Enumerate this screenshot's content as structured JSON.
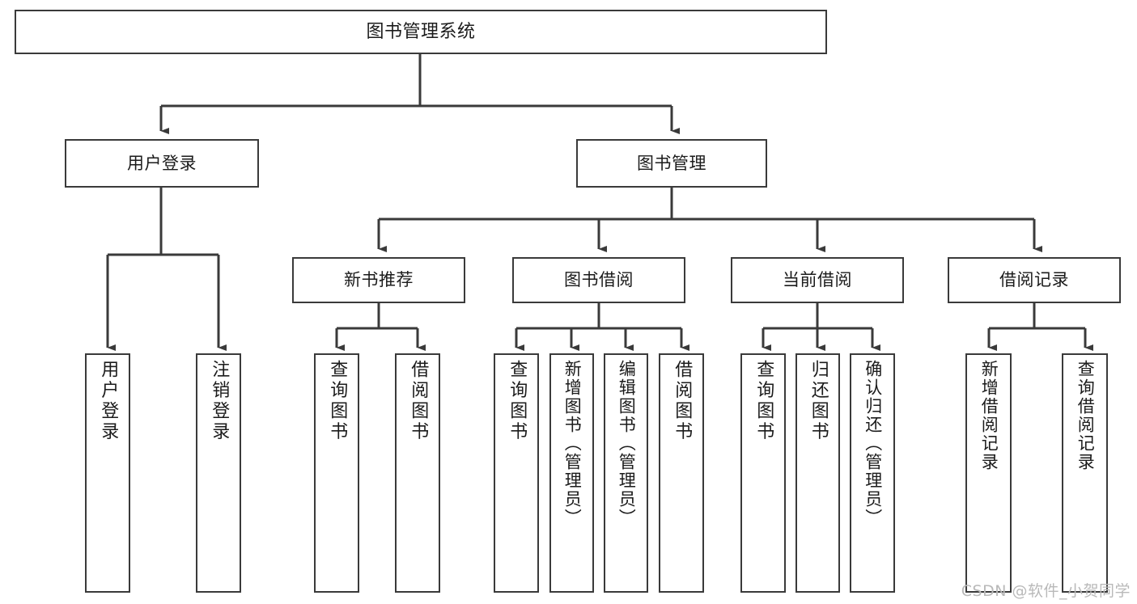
{
  "diagram": {
    "title": "图书管理系统",
    "type": "tree",
    "orientation": "top-down",
    "colors": {
      "box_border": "#3a3a3a",
      "box_fill": "#ffffff",
      "edge": "#3a3a3a",
      "text": "#1b1b1b",
      "watermark": "#b9b9b9",
      "background": "#ffffff"
    },
    "nodes": {
      "root": {
        "id": "root",
        "label": "图书管理系统",
        "level": 0
      },
      "level1": [
        {
          "id": "user-login",
          "label": "用户登录",
          "level": 1
        },
        {
          "id": "book-manage",
          "label": "图书管理",
          "level": 1
        }
      ],
      "level2": [
        {
          "id": "new-book-rec",
          "label": "新书推荐",
          "level": 2,
          "parent": "book-manage"
        },
        {
          "id": "book-borrow",
          "label": "图书借阅",
          "level": 2,
          "parent": "book-manage"
        },
        {
          "id": "current-borrow",
          "label": "当前借阅",
          "level": 2,
          "parent": "book-manage"
        },
        {
          "id": "borrow-record",
          "label": "借阅记录",
          "level": 2,
          "parent": "book-manage"
        }
      ],
      "leaves": [
        {
          "id": "leaf-user-login",
          "label": "用户登录",
          "parent": "user-login"
        },
        {
          "id": "leaf-logout",
          "label": "注销登录",
          "parent": "user-login"
        },
        {
          "id": "leaf-query-book-1",
          "label": "查询图书",
          "parent": "new-book-rec"
        },
        {
          "id": "leaf-borrow-book-1",
          "label": "借阅图书",
          "parent": "new-book-rec"
        },
        {
          "id": "leaf-query-book-2",
          "label": "查询图书",
          "parent": "book-borrow"
        },
        {
          "id": "leaf-add-book",
          "label": "新增图书（管理员）",
          "parent": "book-borrow"
        },
        {
          "id": "leaf-edit-book",
          "label": "编辑图书（管理员）",
          "parent": "book-borrow"
        },
        {
          "id": "leaf-borrow-book-2",
          "label": "借阅图书",
          "parent": "book-borrow"
        },
        {
          "id": "leaf-query-book-3",
          "label": "查询图书",
          "parent": "current-borrow"
        },
        {
          "id": "leaf-return-book",
          "label": "归还图书",
          "parent": "current-borrow"
        },
        {
          "id": "leaf-confirm-return",
          "label": "确认归还（管理员）",
          "parent": "current-borrow"
        },
        {
          "id": "leaf-add-record",
          "label": "新增借阅记录",
          "parent": "borrow-record"
        },
        {
          "id": "leaf-query-record",
          "label": "查询借阅记录",
          "parent": "borrow-record"
        }
      ]
    },
    "watermark": "CSDN @软件_小贺同学"
  }
}
